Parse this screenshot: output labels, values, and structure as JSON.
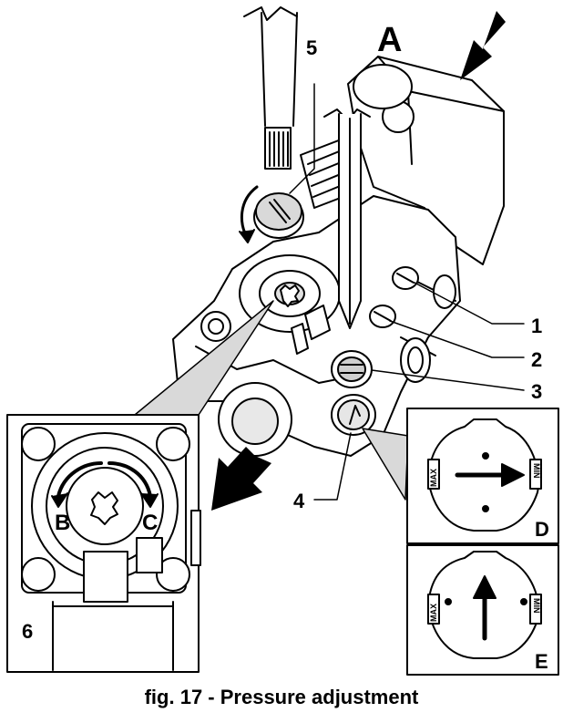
{
  "figure": {
    "view_label_a": "A",
    "callouts": [
      "1",
      "2",
      "3",
      "4",
      "5",
      "6"
    ],
    "inset_labels": {
      "b": "B",
      "c": "C",
      "d": "D",
      "e": "E"
    },
    "dial_labels": {
      "max": "MAX",
      "min": "MIN"
    },
    "caption": "fig. 17 - Pressure adjustment"
  }
}
